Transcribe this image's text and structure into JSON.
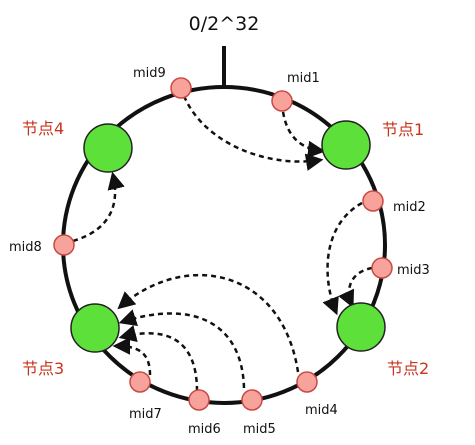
{
  "top_label": "0/2^32",
  "colors": {
    "ring": "#111111",
    "server_fill": "#5ee03a",
    "server_stroke": "#222222",
    "key_fill": "#f7a39c",
    "key_stroke": "#c94a44",
    "node_label": "#c8341c",
    "arrow": "#111111"
  },
  "servers": [
    {
      "id": "n1",
      "label": "节点1"
    },
    {
      "id": "n2",
      "label": "节点2"
    },
    {
      "id": "n3",
      "label": "节点3"
    },
    {
      "id": "n4",
      "label": "节点4"
    }
  ],
  "keys": [
    {
      "id": "k1",
      "label": "mid1",
      "target": "n1"
    },
    {
      "id": "k2",
      "label": "mid2",
      "target": "n2"
    },
    {
      "id": "k3",
      "label": "mid3",
      "target": "n2"
    },
    {
      "id": "k4",
      "label": "mid4",
      "target": "n3"
    },
    {
      "id": "k5",
      "label": "mid5",
      "target": "n3"
    },
    {
      "id": "k6",
      "label": "mid6",
      "target": "n3"
    },
    {
      "id": "k7",
      "label": "mid7",
      "target": "n3"
    },
    {
      "id": "k8",
      "label": "mid8",
      "target": "n4"
    },
    {
      "id": "k9",
      "label": "mid9",
      "target": "n1"
    }
  ]
}
